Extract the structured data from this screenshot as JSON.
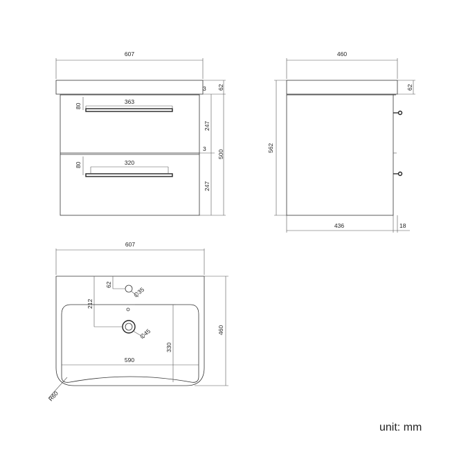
{
  "front_view": {
    "overall_width": "607",
    "top_thickness": "62",
    "drawer_gap_top": "3",
    "drawer_gap_middle": "3",
    "drawer_height_upper": "247",
    "drawer_height_lower": "247",
    "cabinet_height": "500",
    "handle_upper_length": "363",
    "handle_lower_length": "320",
    "handle_offset_upper": "80",
    "handle_offset_lower": "80"
  },
  "side_view": {
    "overall_depth": "460",
    "top_thickness": "62",
    "overall_height": "562",
    "body_depth": "436",
    "handle_projection": "18"
  },
  "top_view": {
    "overall_width": "607",
    "overall_depth": "460",
    "tap_hole_offset": "62",
    "tap_hole_diameter": "∅35",
    "waste_offset": "212",
    "waste_diameter": "∅45",
    "basin_depth": "330",
    "basin_width": "590",
    "corner_radius": "R60"
  },
  "unit_label": "unit: mm"
}
